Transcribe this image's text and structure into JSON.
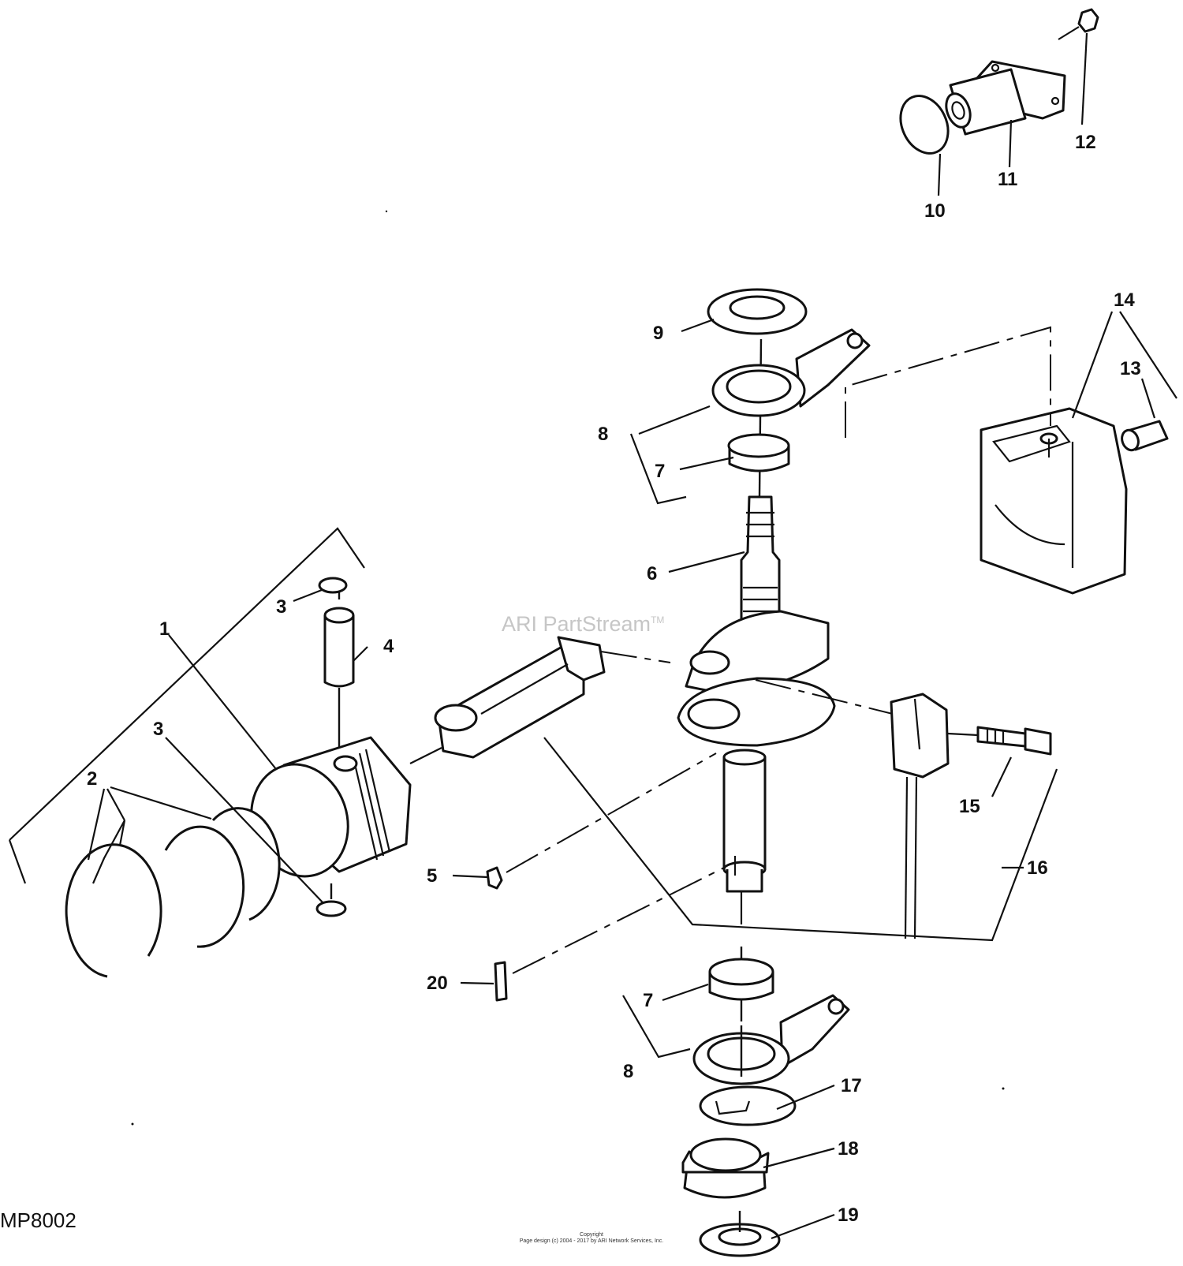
{
  "watermark": {
    "text": "ARI PartStream",
    "mark": "TM"
  },
  "figure_id": "MP8002",
  "copyright": {
    "heading": "Copyright",
    "line": "Page design (c) 2004 - 2017 by ARI Network Services, Inc."
  },
  "callouts": {
    "c1": "1",
    "c2": "2",
    "c3a": "3",
    "c3b": "3",
    "c4": "4",
    "c5": "5",
    "c6": "6",
    "c7a": "7",
    "c7b": "7",
    "c8a": "8",
    "c8b": "8",
    "c9": "9",
    "c10": "10",
    "c11": "11",
    "c12": "12",
    "c13": "13",
    "c14": "14",
    "c15": "15",
    "c16": "16",
    "c17": "17",
    "c18": "18",
    "c19": "19",
    "c20": "20"
  }
}
